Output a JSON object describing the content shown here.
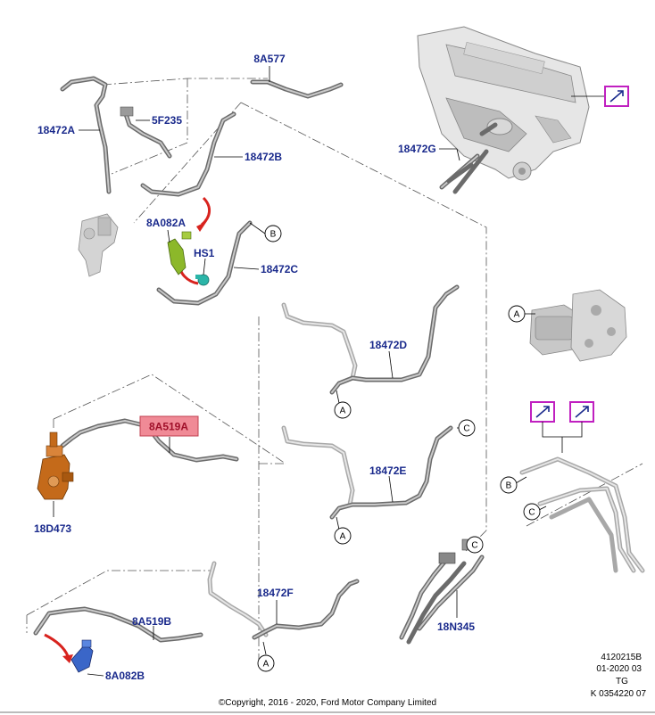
{
  "labels": {
    "p_8A577": "8A577",
    "p_5F235": "5F235",
    "p_18472A": "18472A",
    "p_18472B": "18472B",
    "p_18472G": "18472G",
    "p_8A082A": "8A082A",
    "p_HS1": "HS1",
    "p_18472C": "18472C",
    "p_18472D": "18472D",
    "p_8A519A": "8A519A",
    "p_18D473": "18D473",
    "p_18472E": "18472E",
    "p_18472F": "18472F",
    "p_8A519B": "8A519B",
    "p_8A082B": "8A082B",
    "p_18N345": "18N345"
  },
  "callouts": {
    "a": "A",
    "b": "B",
    "c": "C"
  },
  "meta": {
    "code": "4120215B",
    "date": "01-2020 03",
    "tg": "TG",
    "ref": "K 0354220 07",
    "copyright": "©Copyright, 2016 - 2020, Ford Motor Company Limited"
  },
  "colors": {
    "label": "#1a2a8c",
    "highlight_fill": "#f08a96",
    "highlight_text": "#a0102a",
    "ref_box": "#c020c0",
    "red_arrow": "#d8231e",
    "bracket_green": "#8cb82a",
    "clip_teal": "#2bb5a8",
    "pump_orange": "#c46a1a",
    "bracket_blue": "#3a66c8"
  },
  "icons": [
    "external-reference-icon",
    "red-direction-arrow",
    "callout-circle"
  ]
}
